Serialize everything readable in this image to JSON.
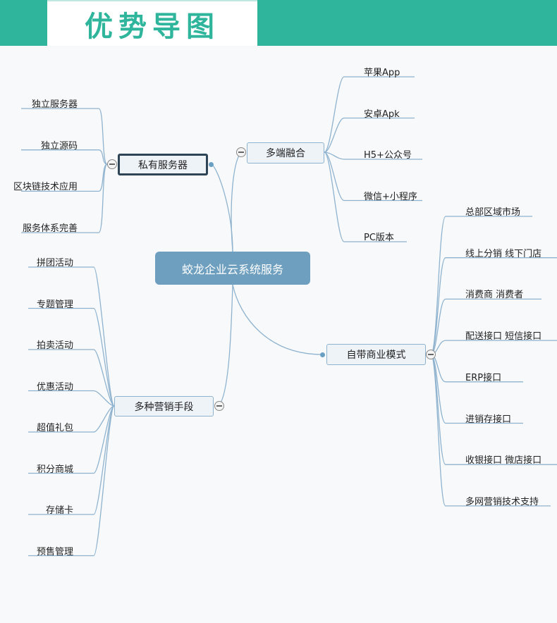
{
  "header": {
    "title": "优势导图"
  },
  "colors": {
    "brand": "#2fb59c",
    "central": "#6e9fbf",
    "line": "#8fb3cf"
  },
  "central": {
    "label": "蛟龙企业云系统服务"
  },
  "branches": {
    "private_server": {
      "label": "私有服务器",
      "items": [
        "独立服务器",
        "独立源码",
        "区块链技术应用",
        "服务体系完善"
      ]
    },
    "multi_platform": {
      "label": "多端融合",
      "items": [
        "苹果App",
        "安卓Apk",
        "H5+公众号",
        "微信+小程序",
        "PC版本"
      ]
    },
    "marketing": {
      "label": "多种营销手段",
      "items": [
        "拼团活动",
        "专题管理",
        "拍卖活动",
        "优惠活动",
        "超值礼包",
        "积分商城",
        "存储卡",
        "预售管理"
      ]
    },
    "business_model": {
      "label": "自带商业模式",
      "items": [
        "总部区域市场",
        "线上分销 线下门店",
        "消费商 消费者",
        "配送接口 短信接口",
        "ERP接口",
        "进销存接口",
        "收银接口 微店接口",
        "多网营销技术支持"
      ]
    }
  }
}
